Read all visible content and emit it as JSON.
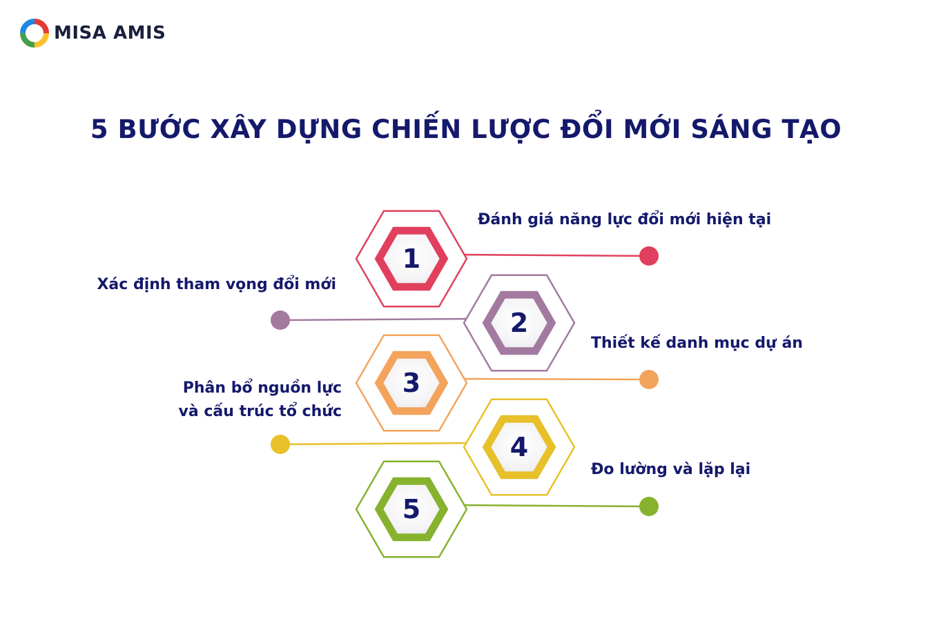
{
  "brand": {
    "name": "MISA AMIS",
    "logo_colors": [
      "#e53935",
      "#fbc02d",
      "#43a047",
      "#1e88e5"
    ]
  },
  "title": "5 BƯỚC XÂY DỰNG CHIẾN LƯỢC ĐỔI MỚI SÁNG TẠO",
  "steps": [
    {
      "number": "1",
      "label": "Đánh giá năng lực đổi mới hiện tại",
      "color": "#e0405d"
    },
    {
      "number": "2",
      "label": "Xác định tham vọng đổi mới",
      "color": "#a37a9f"
    },
    {
      "number": "3",
      "label": "Thiết kế danh mục dự án",
      "color": "#f4a35c"
    },
    {
      "number": "4",
      "label_lines": [
        "Phân bổ nguồn lực",
        "và cấu trúc tổ chức"
      ],
      "color": "#e8c02a"
    },
    {
      "number": "5",
      "label": "Đo lường và lặp lại",
      "color": "#86b22e"
    }
  ],
  "text_color": "#15196b"
}
